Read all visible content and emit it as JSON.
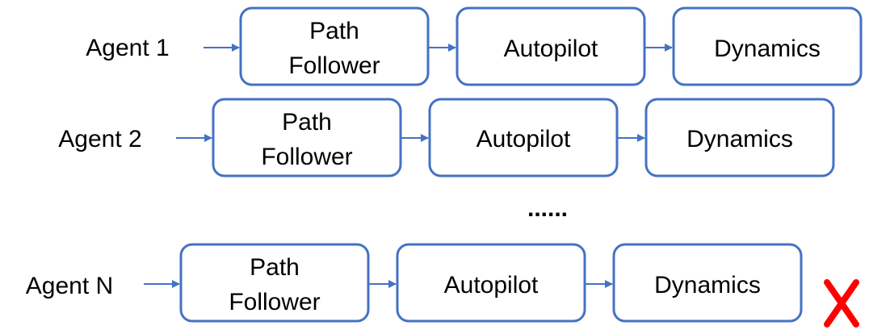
{
  "diagram": {
    "rows": [
      {
        "agent": "Agent 1",
        "path_follower": [
          "Path",
          "Follower"
        ],
        "autopilot": "Autopilot",
        "dynamics": "Dynamics"
      },
      {
        "agent": "Agent 2",
        "path_follower": [
          "Path",
          "Follower"
        ],
        "autopilot": "Autopilot",
        "dynamics": "Dynamics"
      },
      {
        "agent": "Agent N",
        "path_follower": [
          "Path",
          "Follower"
        ],
        "autopilot": "Autopilot",
        "dynamics": "Dynamics"
      }
    ],
    "ellipsis": "......",
    "status_mark": "✕",
    "colors": {
      "box_stroke": "#4472C4",
      "arrow": "#4472C4",
      "cross": "#FF0000"
    }
  }
}
